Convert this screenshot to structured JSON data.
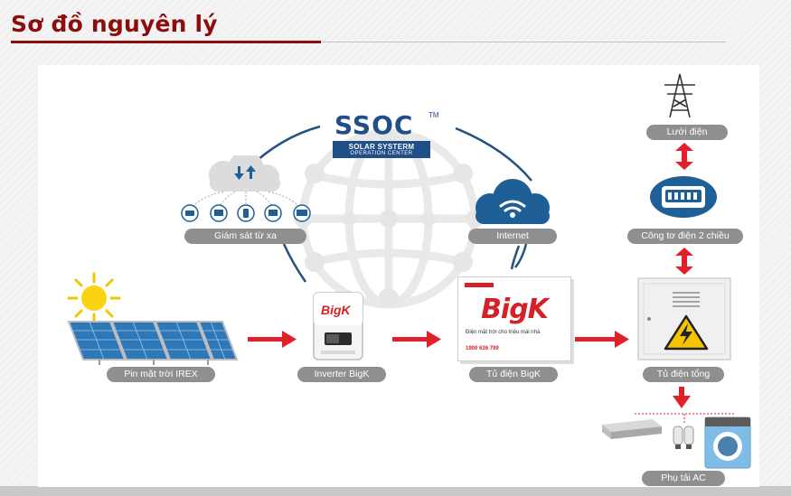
{
  "page": {
    "title": "Sơ đồ nguyên lý"
  },
  "colors": {
    "title": "#8b0d0d",
    "arrow": "#e3202a",
    "pill": "#8f8f8f",
    "cloud_blue": "#1f5f97",
    "ssoc_blue": "#1f4f86"
  },
  "ssoc": {
    "logo": "SSOC",
    "tm": "TM",
    "line1": "SOLAR SYSTERM",
    "line2": "OPERATION CENTER"
  },
  "nodes": {
    "remote": "Giám sát từ xa",
    "internet": "Internet",
    "grid": "Lưới điện",
    "meter": "Công tơ điện 2 chiều",
    "panels": "Pin mặt trời IREX",
    "inverter": "Inverter BigK",
    "cabinet": "Tủ điện BigK",
    "main_cabinet": "Tủ điện tổng",
    "ac_load": "Phụ tải AC"
  },
  "cabinet_box": {
    "brand": "BigK",
    "tagline": "Điện mặt trời cho triệu mái nhà",
    "hotline": "1900 636 799"
  }
}
